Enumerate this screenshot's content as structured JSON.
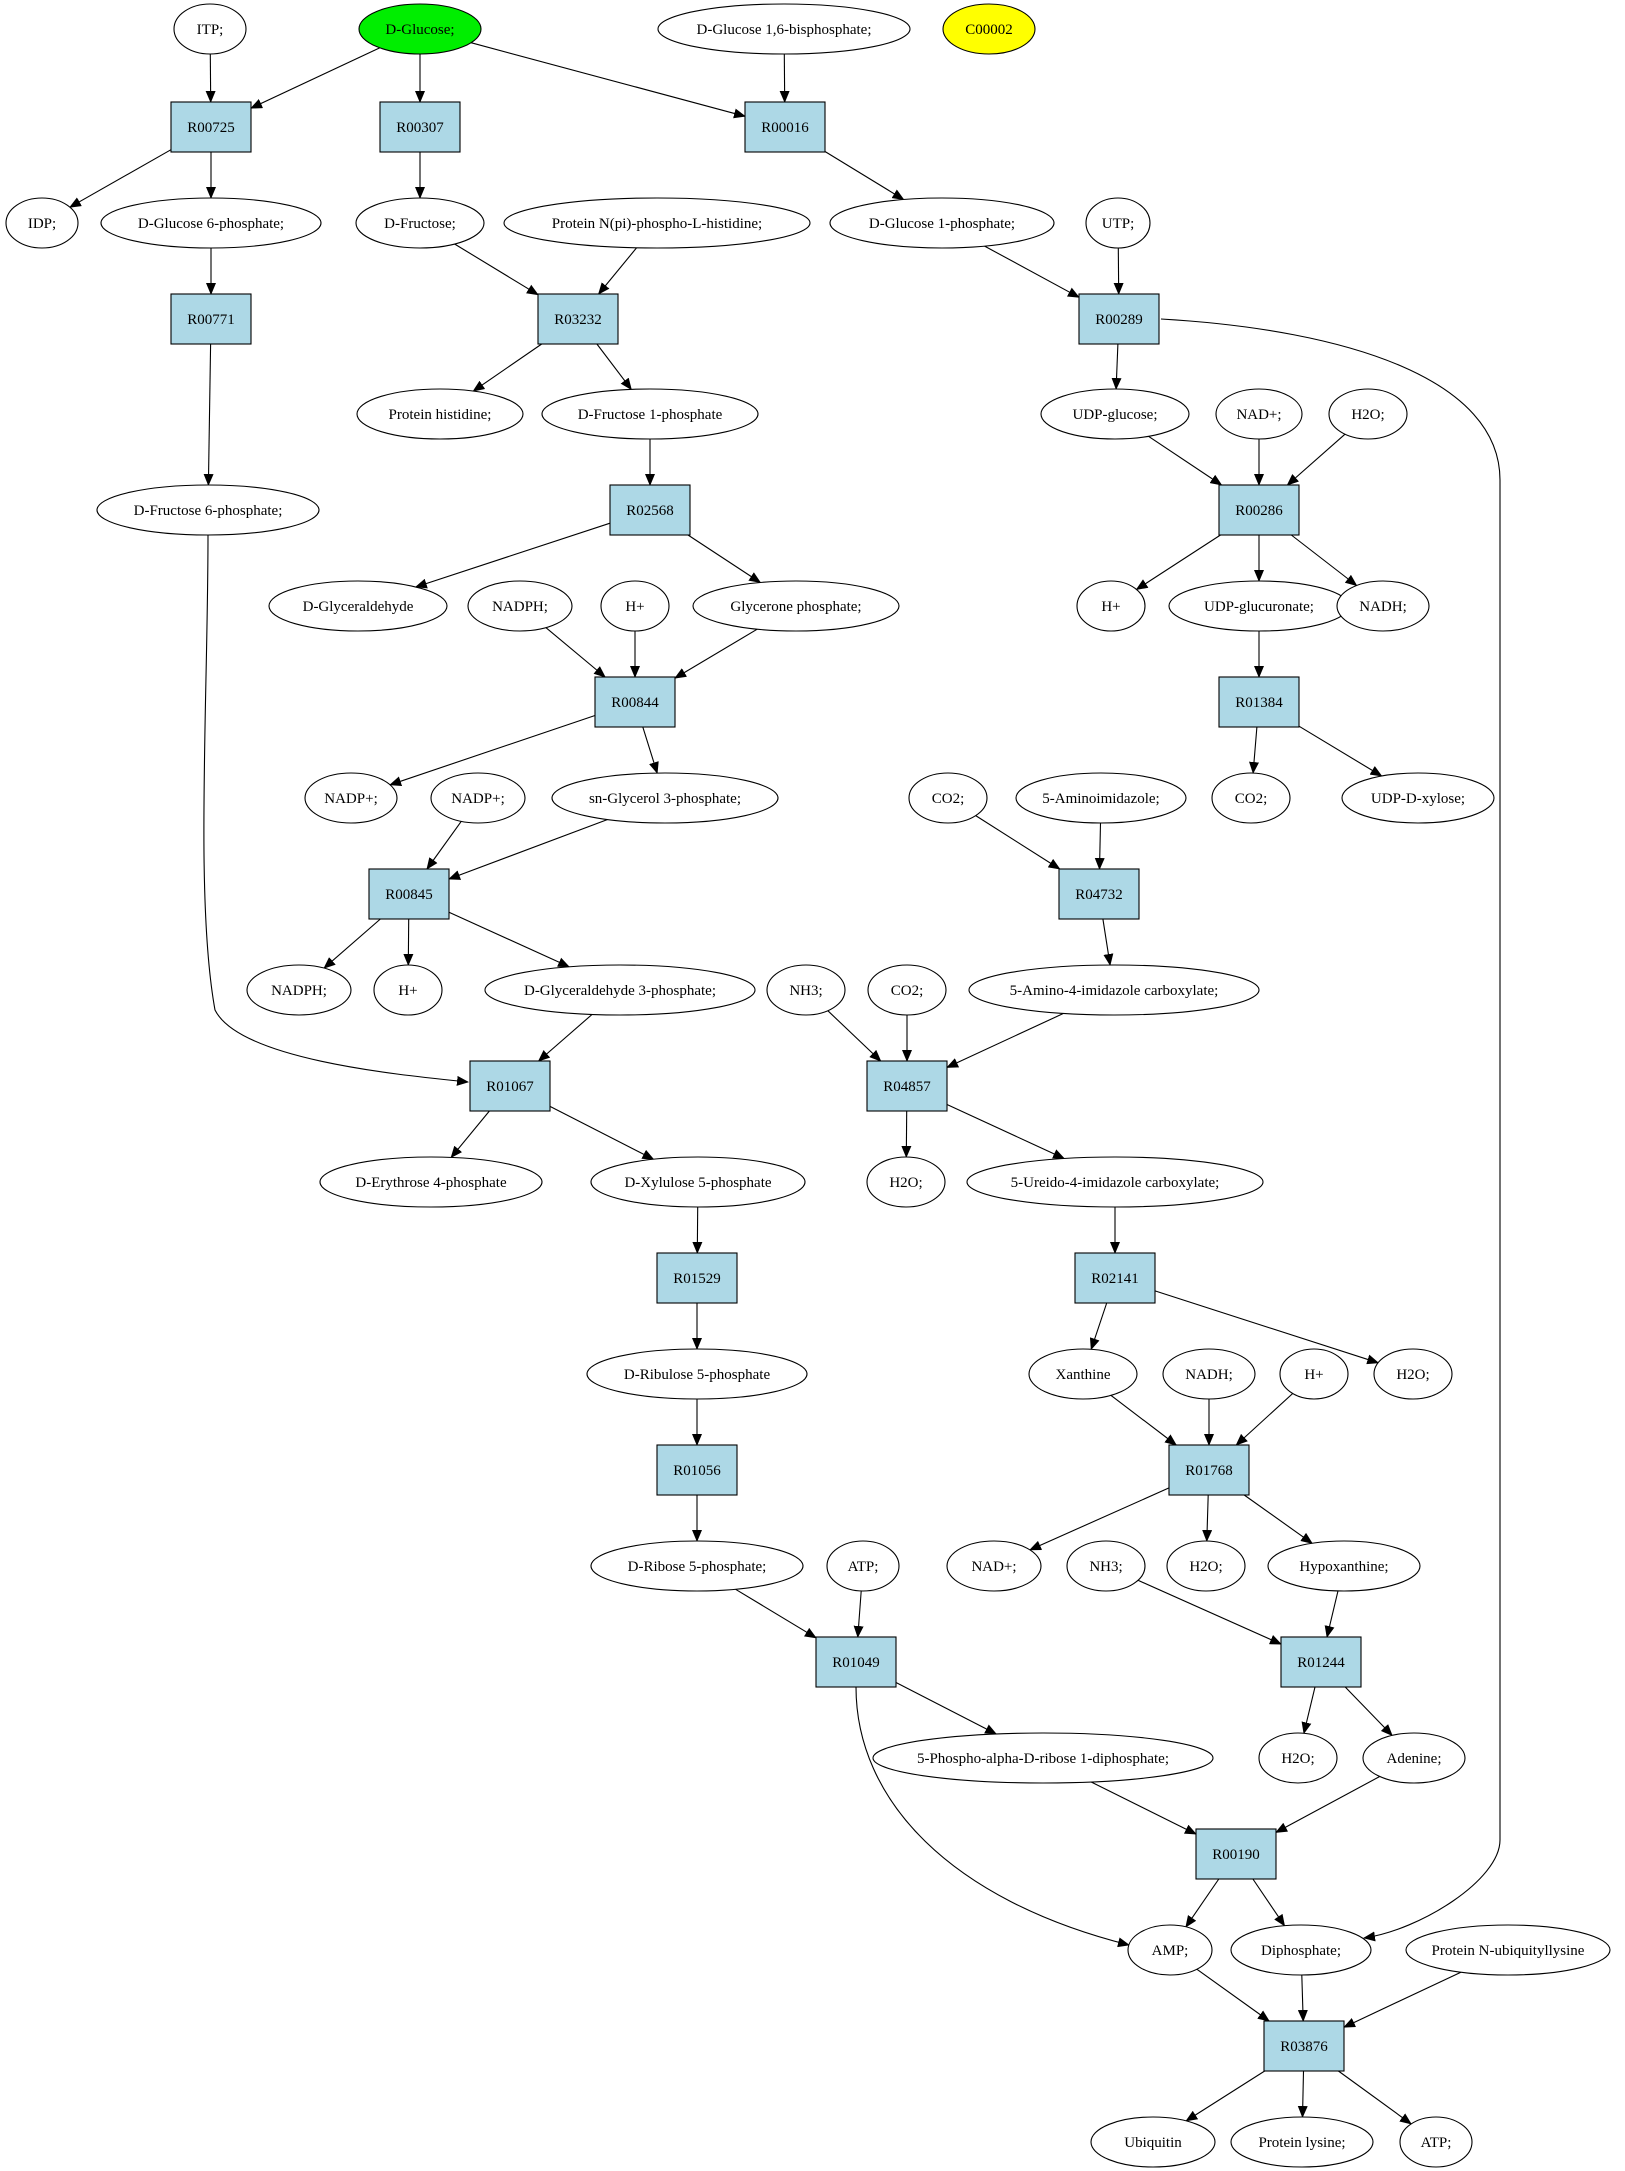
{
  "colors": {
    "reaction_fill": "#add8e6",
    "compound_fill": "#ffffff",
    "start_fill": "#00ee00",
    "highlight_fill": "#ffff00",
    "stroke": "#000000"
  },
  "nodes": {
    "itp": {
      "label": "ITP;",
      "kind": "compound"
    },
    "dglucose": {
      "label": "D-Glucose;",
      "kind": "start"
    },
    "dglc16bp": {
      "label": "D-Glucose 1,6-bisphosphate;",
      "kind": "compound"
    },
    "c00002": {
      "label": "C00002",
      "kind": "highlight"
    },
    "r00725": {
      "label": "R00725",
      "kind": "reaction"
    },
    "r00307": {
      "label": "R00307",
      "kind": "reaction"
    },
    "r00016": {
      "label": "R00016",
      "kind": "reaction"
    },
    "idp": {
      "label": "IDP;",
      "kind": "compound"
    },
    "dglc6p": {
      "label": "D-Glucose 6-phosphate;",
      "kind": "compound"
    },
    "dfructose": {
      "label": "D-Fructose;",
      "kind": "compound"
    },
    "proteinnpi": {
      "label": "Protein N(pi)-phospho-L-histidine;",
      "kind": "compound"
    },
    "dglc1p": {
      "label": "D-Glucose 1-phosphate;",
      "kind": "compound"
    },
    "utp": {
      "label": "UTP;",
      "kind": "compound"
    },
    "r00771": {
      "label": "R00771",
      "kind": "reaction"
    },
    "r03232": {
      "label": "R03232",
      "kind": "reaction"
    },
    "r00289": {
      "label": "R00289",
      "kind": "reaction"
    },
    "proteinhis": {
      "label": "Protein histidine;",
      "kind": "compound"
    },
    "dfru1p": {
      "label": "D-Fructose 1-phosphate",
      "kind": "compound"
    },
    "udpglucose": {
      "label": "UDP-glucose;",
      "kind": "compound"
    },
    "nadplus1": {
      "label": "NAD+;",
      "kind": "compound"
    },
    "h2o1": {
      "label": "H2O;",
      "kind": "compound"
    },
    "dfru6p": {
      "label": "D-Fructose 6-phosphate;",
      "kind": "compound"
    },
    "r02568": {
      "label": "R02568",
      "kind": "reaction"
    },
    "r00286": {
      "label": "R00286",
      "kind": "reaction"
    },
    "dglyceraldehyde": {
      "label": "D-Glyceraldehyde",
      "kind": "compound"
    },
    "nadph1": {
      "label": "NADPH;",
      "kind": "compound"
    },
    "hplus1": {
      "label": "H+",
      "kind": "compound"
    },
    "glyceronep": {
      "label": "Glycerone phosphate;",
      "kind": "compound"
    },
    "hplus2": {
      "label": "H+",
      "kind": "compound"
    },
    "udpglucuronate": {
      "label": "UDP-glucuronate;",
      "kind": "compound"
    },
    "nadh1": {
      "label": "NADH;",
      "kind": "compound"
    },
    "r00844": {
      "label": "R00844",
      "kind": "reaction"
    },
    "r01384": {
      "label": "R01384",
      "kind": "reaction"
    },
    "nadpplus1": {
      "label": "NADP+;",
      "kind": "compound"
    },
    "nadpplus2": {
      "label": "NADP+;",
      "kind": "compound"
    },
    "snglycerol3p": {
      "label": "sn-Glycerol 3-phosphate;",
      "kind": "compound"
    },
    "co2a": {
      "label": "CO2;",
      "kind": "compound"
    },
    "aminoimidazole": {
      "label": "5-Aminoimidazole;",
      "kind": "compound"
    },
    "co2b": {
      "label": "CO2;",
      "kind": "compound"
    },
    "udpxylose": {
      "label": "UDP-D-xylose;",
      "kind": "compound"
    },
    "r00845": {
      "label": "R00845",
      "kind": "reaction"
    },
    "r04732": {
      "label": "R04732",
      "kind": "reaction"
    },
    "nadph2": {
      "label": "NADPH;",
      "kind": "compound"
    },
    "hplus3": {
      "label": "H+",
      "kind": "compound"
    },
    "dga3p": {
      "label": "D-Glyceraldehyde 3-phosphate;",
      "kind": "compound"
    },
    "nh3a": {
      "label": "NH3;",
      "kind": "compound"
    },
    "co2c": {
      "label": "CO2;",
      "kind": "compound"
    },
    "aicarbox": {
      "label": "5-Amino-4-imidazole carboxylate;",
      "kind": "compound"
    },
    "r01067": {
      "label": "R01067",
      "kind": "reaction"
    },
    "r04857": {
      "label": "R04857",
      "kind": "reaction"
    },
    "derythrose4p": {
      "label": "D-Erythrose 4-phosphate",
      "kind": "compound"
    },
    "dxylulose5p": {
      "label": "D-Xylulose 5-phosphate",
      "kind": "compound"
    },
    "h2o2": {
      "label": "H2O;",
      "kind": "compound"
    },
    "ureidocarbox": {
      "label": "5-Ureido-4-imidazole carboxylate;",
      "kind": "compound"
    },
    "r01529": {
      "label": "R01529",
      "kind": "reaction"
    },
    "r02141": {
      "label": "R02141",
      "kind": "reaction"
    },
    "dribulose5p": {
      "label": "D-Ribulose 5-phosphate",
      "kind": "compound"
    },
    "xanthine": {
      "label": "Xanthine",
      "kind": "compound"
    },
    "nadh2": {
      "label": "NADH;",
      "kind": "compound"
    },
    "hplus4": {
      "label": "H+",
      "kind": "compound"
    },
    "h2o3": {
      "label": "H2O;",
      "kind": "compound"
    },
    "r01056": {
      "label": "R01056",
      "kind": "reaction"
    },
    "r01768": {
      "label": "R01768",
      "kind": "reaction"
    },
    "dribose5p": {
      "label": "D-Ribose 5-phosphate;",
      "kind": "compound"
    },
    "atp1": {
      "label": "ATP;",
      "kind": "compound"
    },
    "nadplus2": {
      "label": "NAD+;",
      "kind": "compound"
    },
    "nh3b": {
      "label": "NH3;",
      "kind": "compound"
    },
    "h2o4": {
      "label": "H2O;",
      "kind": "compound"
    },
    "hypoxanthine": {
      "label": "Hypoxanthine;",
      "kind": "compound"
    },
    "r01049": {
      "label": "R01049",
      "kind": "reaction"
    },
    "r01244": {
      "label": "R01244",
      "kind": "reaction"
    },
    "prpp": {
      "label": "5-Phospho-alpha-D-ribose 1-diphosphate;",
      "kind": "compound"
    },
    "h2o5": {
      "label": "H2O;",
      "kind": "compound"
    },
    "adenine": {
      "label": "Adenine;",
      "kind": "compound"
    },
    "r00190": {
      "label": "R00190",
      "kind": "reaction"
    },
    "amp": {
      "label": "AMP;",
      "kind": "compound"
    },
    "diphosphate": {
      "label": "Diphosphate;",
      "kind": "compound"
    },
    "protubiq": {
      "label": "Protein N-ubiquityllysine",
      "kind": "compound"
    },
    "r03876": {
      "label": "R03876",
      "kind": "reaction"
    },
    "ubiquitin": {
      "label": "Ubiquitin",
      "kind": "compound"
    },
    "proteinlysine": {
      "label": "Protein lysine;",
      "kind": "compound"
    },
    "atp2": {
      "label": "ATP;",
      "kind": "compound"
    }
  },
  "edges": [
    [
      "itp",
      "r00725"
    ],
    [
      "dglucose",
      "r00725"
    ],
    [
      "dglucose",
      "r00307"
    ],
    [
      "dglucose",
      "r00016"
    ],
    [
      "dglc16bp",
      "r00016"
    ],
    [
      "r00725",
      "idp"
    ],
    [
      "r00725",
      "dglc6p"
    ],
    [
      "r00307",
      "dfructose"
    ],
    [
      "r00016",
      "dglc1p"
    ],
    [
      "dglc6p",
      "r00771"
    ],
    [
      "dfructose",
      "r03232"
    ],
    [
      "proteinnpi",
      "r03232"
    ],
    [
      "dglc1p",
      "r00289"
    ],
    [
      "utp",
      "r00289"
    ],
    [
      "r00771",
      "dfru6p"
    ],
    [
      "r03232",
      "proteinhis"
    ],
    [
      "r03232",
      "dfru1p"
    ],
    [
      "r00289",
      "udpglucose"
    ],
    [
      "r00289",
      "diphosphate"
    ],
    [
      "dfru1p",
      "r02568"
    ],
    [
      "udpglucose",
      "r00286"
    ],
    [
      "nadplus1",
      "r00286"
    ],
    [
      "h2o1",
      "r00286"
    ],
    [
      "dfru6p",
      "r01067"
    ],
    [
      "r02568",
      "dglyceraldehyde"
    ],
    [
      "r02568",
      "glyceronep"
    ],
    [
      "r00286",
      "hplus2"
    ],
    [
      "r00286",
      "udpglucuronate"
    ],
    [
      "r00286",
      "nadh1"
    ],
    [
      "nadph1",
      "r00844"
    ],
    [
      "hplus1",
      "r00844"
    ],
    [
      "glyceronep",
      "r00844"
    ],
    [
      "udpglucuronate",
      "r01384"
    ],
    [
      "r00844",
      "nadpplus1"
    ],
    [
      "r00844",
      "snglycerol3p"
    ],
    [
      "r01384",
      "co2b"
    ],
    [
      "r01384",
      "udpxylose"
    ],
    [
      "nadpplus2",
      "r00845"
    ],
    [
      "snglycerol3p",
      "r00845"
    ],
    [
      "co2a",
      "r04732"
    ],
    [
      "aminoimidazole",
      "r04732"
    ],
    [
      "r00845",
      "nadph2"
    ],
    [
      "r00845",
      "hplus3"
    ],
    [
      "r00845",
      "dga3p"
    ],
    [
      "r04732",
      "aicarbox"
    ],
    [
      "dga3p",
      "r01067"
    ],
    [
      "nh3a",
      "r04857"
    ],
    [
      "co2c",
      "r04857"
    ],
    [
      "aicarbox",
      "r04857"
    ],
    [
      "r01067",
      "derythrose4p"
    ],
    [
      "r01067",
      "dxylulose5p"
    ],
    [
      "r04857",
      "h2o2"
    ],
    [
      "r04857",
      "ureidocarbox"
    ],
    [
      "dxylulose5p",
      "r01529"
    ],
    [
      "ureidocarbox",
      "r02141"
    ],
    [
      "r01529",
      "dribulose5p"
    ],
    [
      "r02141",
      "xanthine"
    ],
    [
      "r02141",
      "h2o3"
    ],
    [
      "dribulose5p",
      "r01056"
    ],
    [
      "xanthine",
      "r01768"
    ],
    [
      "nadh2",
      "r01768"
    ],
    [
      "hplus4",
      "r01768"
    ],
    [
      "r01056",
      "dribose5p"
    ],
    [
      "r01768",
      "nadplus2"
    ],
    [
      "r01768",
      "h2o4"
    ],
    [
      "r01768",
      "hypoxanthine"
    ],
    [
      "dribose5p",
      "r01049"
    ],
    [
      "atp1",
      "r01049"
    ],
    [
      "hypoxanthine",
      "r01244"
    ],
    [
      "nh3b",
      "r01244"
    ],
    [
      "r01049",
      "prpp"
    ],
    [
      "r01049",
      "amp"
    ],
    [
      "r01244",
      "h2o5"
    ],
    [
      "r01244",
      "adenine"
    ],
    [
      "prpp",
      "r00190"
    ],
    [
      "adenine",
      "r00190"
    ],
    [
      "r00190",
      "amp"
    ],
    [
      "r00190",
      "diphosphate"
    ],
    [
      "amp",
      "r03876"
    ],
    [
      "diphosphate",
      "r03876"
    ],
    [
      "protubiq",
      "r03876"
    ],
    [
      "r03876",
      "ubiquitin"
    ],
    [
      "r03876",
      "proteinlysine"
    ],
    [
      "r03876",
      "atp2"
    ]
  ]
}
